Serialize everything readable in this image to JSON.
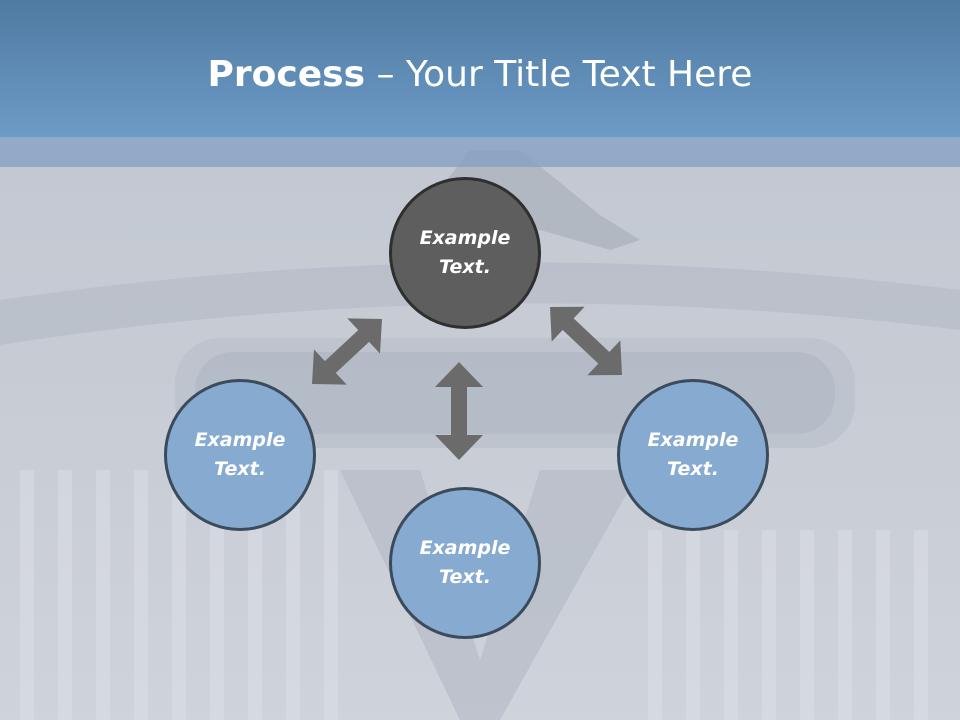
{
  "title": {
    "bold": "Process",
    "rest": " – Your Title Text Here"
  },
  "diagram": {
    "nodes": [
      {
        "label": "Example\nText."
      },
      {
        "label": "Example\nText."
      },
      {
        "label": "Example\nText."
      },
      {
        "label": "Example\nText."
      }
    ],
    "arrows": [
      "top-to-left",
      "top-to-right",
      "top-to-bottom"
    ]
  },
  "colors": {
    "title_bar": "#5d8ab5",
    "center_node": "#5e5e5e",
    "outer_node": "#86aad0",
    "arrow": "#6b6b6b"
  }
}
